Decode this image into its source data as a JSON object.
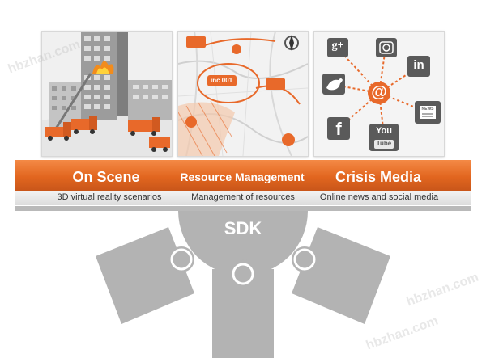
{
  "panels": [
    {
      "title": "On Scene",
      "subtitle": "3D virtual reality scenarios",
      "scene_icons": [
        "fire-building-icon",
        "fire-truck-icon"
      ]
    },
    {
      "title": "Resource Management",
      "subtitle": "Management of resources",
      "map_tag": "inc 001",
      "scene_icons": [
        "map-icon",
        "compass-icon",
        "resource-marker-icon"
      ]
    },
    {
      "title": "Crisis Media",
      "subtitle": "Online news and social media",
      "center_symbol": "@",
      "social": {
        "google": "g+",
        "instagram": "instagram-icon",
        "twitter": "twitter-icon",
        "linkedin": "in",
        "facebook": "f",
        "youtube_top": "You",
        "youtube_bottom": "Tube",
        "news": "NEWS"
      }
    }
  ],
  "sdk": {
    "label": "SDK"
  },
  "watermarks": [
    "hbzhan.com",
    "hbzhan.com",
    "hbzhan.com"
  ],
  "colors": {
    "accent": "#e8692a",
    "gray": "#b3b3b3",
    "dark_icon": "#5a5a5a"
  }
}
